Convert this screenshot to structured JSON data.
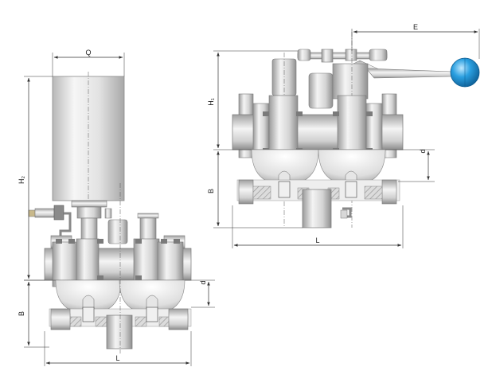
{
  "dimensions": {
    "left": {
      "Q": "Q",
      "H2": "H₂",
      "d": "d",
      "B": "B",
      "L": "L"
    },
    "right": {
      "E": "E",
      "H1": "H₁",
      "d": "d",
      "B": "B",
      "L": "L"
    }
  },
  "colors": {
    "metal_light": "#f2f2f2",
    "metal_mid": "#c9c9c9",
    "metal_dark": "#8c8c8c",
    "hatch": "#a8a8a8",
    "handle_ball": "#2a9fe0",
    "line": "#333333"
  }
}
